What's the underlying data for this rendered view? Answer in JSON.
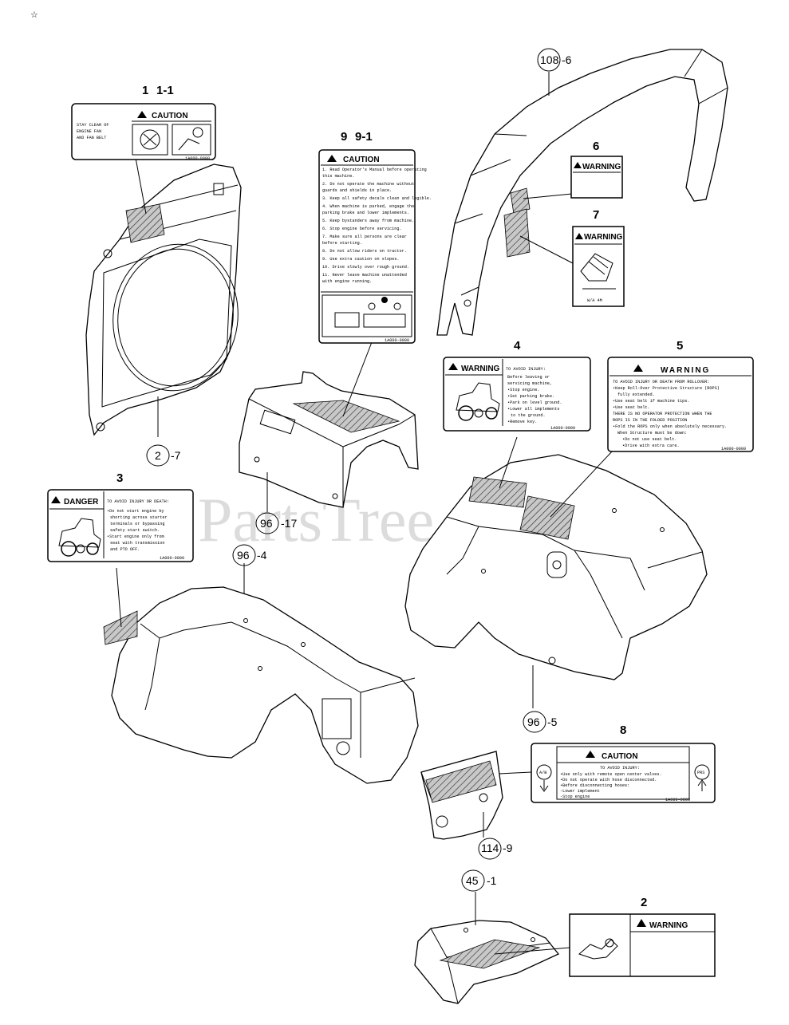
{
  "watermark": "PartsTree",
  "corner_mark": "☆",
  "callouts": [
    {
      "id": "c1",
      "num": "1",
      "sub": "1-1"
    },
    {
      "id": "c9",
      "num": "9",
      "sub": "9-1"
    },
    {
      "id": "c108",
      "num": "108",
      "sub": "-6"
    },
    {
      "id": "c2_7",
      "num": "2",
      "sub": "-7"
    },
    {
      "id": "c96_17",
      "num": "96",
      "sub": "-17"
    },
    {
      "id": "c96_4",
      "num": "96",
      "sub": "-4"
    },
    {
      "id": "c96_5",
      "num": "96",
      "sub": "-5"
    },
    {
      "id": "c114",
      "num": "114",
      "sub": "-9"
    },
    {
      "id": "c45",
      "num": "45",
      "sub": "-1"
    }
  ],
  "item_numbers": {
    "n3": "3",
    "n4": "4",
    "n5": "5",
    "n6": "6",
    "n7": "7",
    "n8": "8",
    "n2": "2"
  },
  "labels": {
    "l1": {
      "header": "CAUTION",
      "lines": [
        "STAY CLEAR OF",
        "ENGINE FAN",
        "AND FAN BELT"
      ],
      "code": "1A000-0000"
    },
    "l9": {
      "header": "CAUTION",
      "lines": [
        "1. Read Operator's Manual before operating",
        "   this machine.",
        "2. Do not operate the machine without",
        "   guards and shields in place.",
        "3. Keep all safety decals clean and legible.",
        "4. When machine is parked, engage the",
        "   parking brake and lower implements.",
        "5. Keep bystanders away from machine.",
        "6. Stop engine before servicing.",
        "7. Make sure all persons are clear",
        "   before starting.",
        "8. Do not allow riders on tractor.",
        "9. Use extra caution on slopes.",
        "10. Drive slowly over rough ground.",
        "11. Never leave machine unattended",
        "   with engine running."
      ],
      "code": "1A000-0000"
    },
    "l6": {
      "header": "WARNING"
    },
    "l7": {
      "header": "WARNING",
      "code": "W/A 4M"
    },
    "l4": {
      "header": "WARNING",
      "lines": [
        "TO AVOID INJURY:",
        "Before leaving or",
        "servicing machine,",
        "•Stop engine.",
        "•Set parking brake.",
        "•Park on level ground.",
        "•Lower all implements",
        "to the ground.",
        "•Remove key."
      ],
      "code": "1A000-0000"
    },
    "l5": {
      "header": "WARNING",
      "lines": [
        "TO AVOID INJURY OR DEATH FROM ROLLOVER:",
        "•Keep Roll-Over Protective Structure (ROPS)",
        "fully extended.",
        "•Use seat belt if machine tips.",
        "•Use seat belt.",
        "THERE IS NO OPERATOR PROTECTION WHEN THE",
        "ROPS IS IN THE FOLDED POSITION",
        "•Fold the ROPS only when absolutely necessary.",
        "When Structure must be down:",
        "•Do not use seat belt.",
        "•Drive with extra care."
      ],
      "code": "1A000-0000"
    },
    "l3": {
      "header": "DANGER",
      "lines": [
        "TO AVOID INJURY OR DEATH:",
        "•Do not start engine by",
        "shorting across starter",
        "terminals or bypassing",
        "safety start switch.",
        "•Start engine only from",
        "seat with transmission",
        "and PTO OFF."
      ],
      "code": "1A000-0000"
    },
    "l8": {
      "header": "CAUTION",
      "lines": [
        "TO AVOID INJURY:",
        "•Use only with remote open center valves.",
        "•Do not operate with hose disconnected.",
        "•Before disconnecting hoses:",
        "  -Lower implement",
        "  -Stop engine"
      ],
      "code": "1A000-0000",
      "left_icon": "A/B",
      "right_icon": "PRS"
    },
    "l2": {
      "header": "WARNING"
    }
  }
}
